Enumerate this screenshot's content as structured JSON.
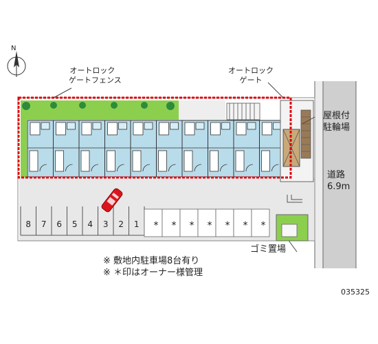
{
  "compass": {
    "north": "N"
  },
  "labels": {
    "fence_line1": "オートロック",
    "fence_line2": "ゲートフェンス",
    "gate_line1": "オートロック",
    "gate_line2": "ゲート",
    "bike_line1": "屋根付",
    "bike_line2": "駐輪場",
    "road_line1": "道路",
    "road_line2": "6.9m",
    "trash": "ゴミ置場"
  },
  "parking": {
    "numbered": [
      "8",
      "7",
      "6",
      "5",
      "4",
      "3",
      "2",
      "1"
    ],
    "owner_mark": "*",
    "owner_count": 7
  },
  "notes": [
    "※ 敷地内駐車場8台有り",
    "※ ＊印はオーナー様管理"
  ],
  "property_code": "035325",
  "colors": {
    "building_fill": "#b9dcea",
    "unit_line": "#333333",
    "boundary_dashed": "#e0000a",
    "greenery": "#7cbf44",
    "tree": "#2e8b3a",
    "pavement": "#e6e6e6",
    "road": "#c8c8c8",
    "bike_shelter": "#c9a97a",
    "car": "#d9161c"
  }
}
